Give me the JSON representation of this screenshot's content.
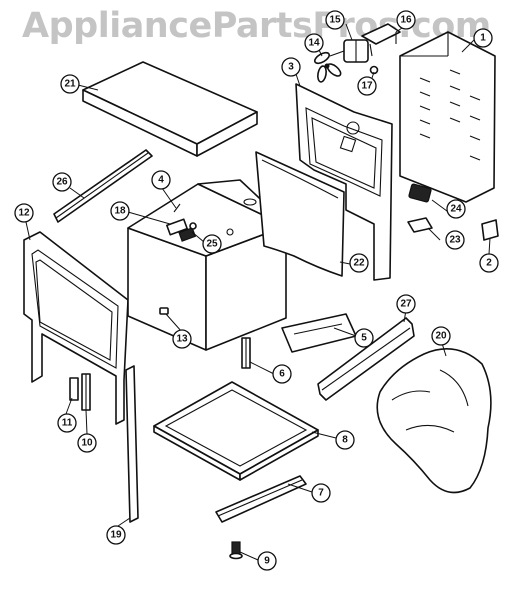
{
  "watermark": "AppliancePartsPros.com",
  "callouts": [
    {
      "id": "1",
      "label": "1"
    },
    {
      "id": "2",
      "label": "2"
    },
    {
      "id": "3",
      "label": "3"
    },
    {
      "id": "4",
      "label": "4"
    },
    {
      "id": "5",
      "label": "5"
    },
    {
      "id": "6",
      "label": "6"
    },
    {
      "id": "7",
      "label": "7"
    },
    {
      "id": "8",
      "label": "8"
    },
    {
      "id": "9",
      "label": "9"
    },
    {
      "id": "10",
      "label": "10"
    },
    {
      "id": "11",
      "label": "11"
    },
    {
      "id": "12",
      "label": "12"
    },
    {
      "id": "13",
      "label": "13"
    },
    {
      "id": "14",
      "label": "14"
    },
    {
      "id": "15",
      "label": "15"
    },
    {
      "id": "16",
      "label": "16"
    },
    {
      "id": "17",
      "label": "17"
    },
    {
      "id": "18",
      "label": "18"
    },
    {
      "id": "19",
      "label": "19"
    },
    {
      "id": "20",
      "label": "20"
    },
    {
      "id": "21",
      "label": "21"
    },
    {
      "id": "22",
      "label": "22"
    },
    {
      "id": "23",
      "label": "23"
    },
    {
      "id": "24",
      "label": "24"
    },
    {
      "id": "25",
      "label": "25"
    },
    {
      "id": "26",
      "label": "26"
    },
    {
      "id": "27",
      "label": "27"
    }
  ]
}
